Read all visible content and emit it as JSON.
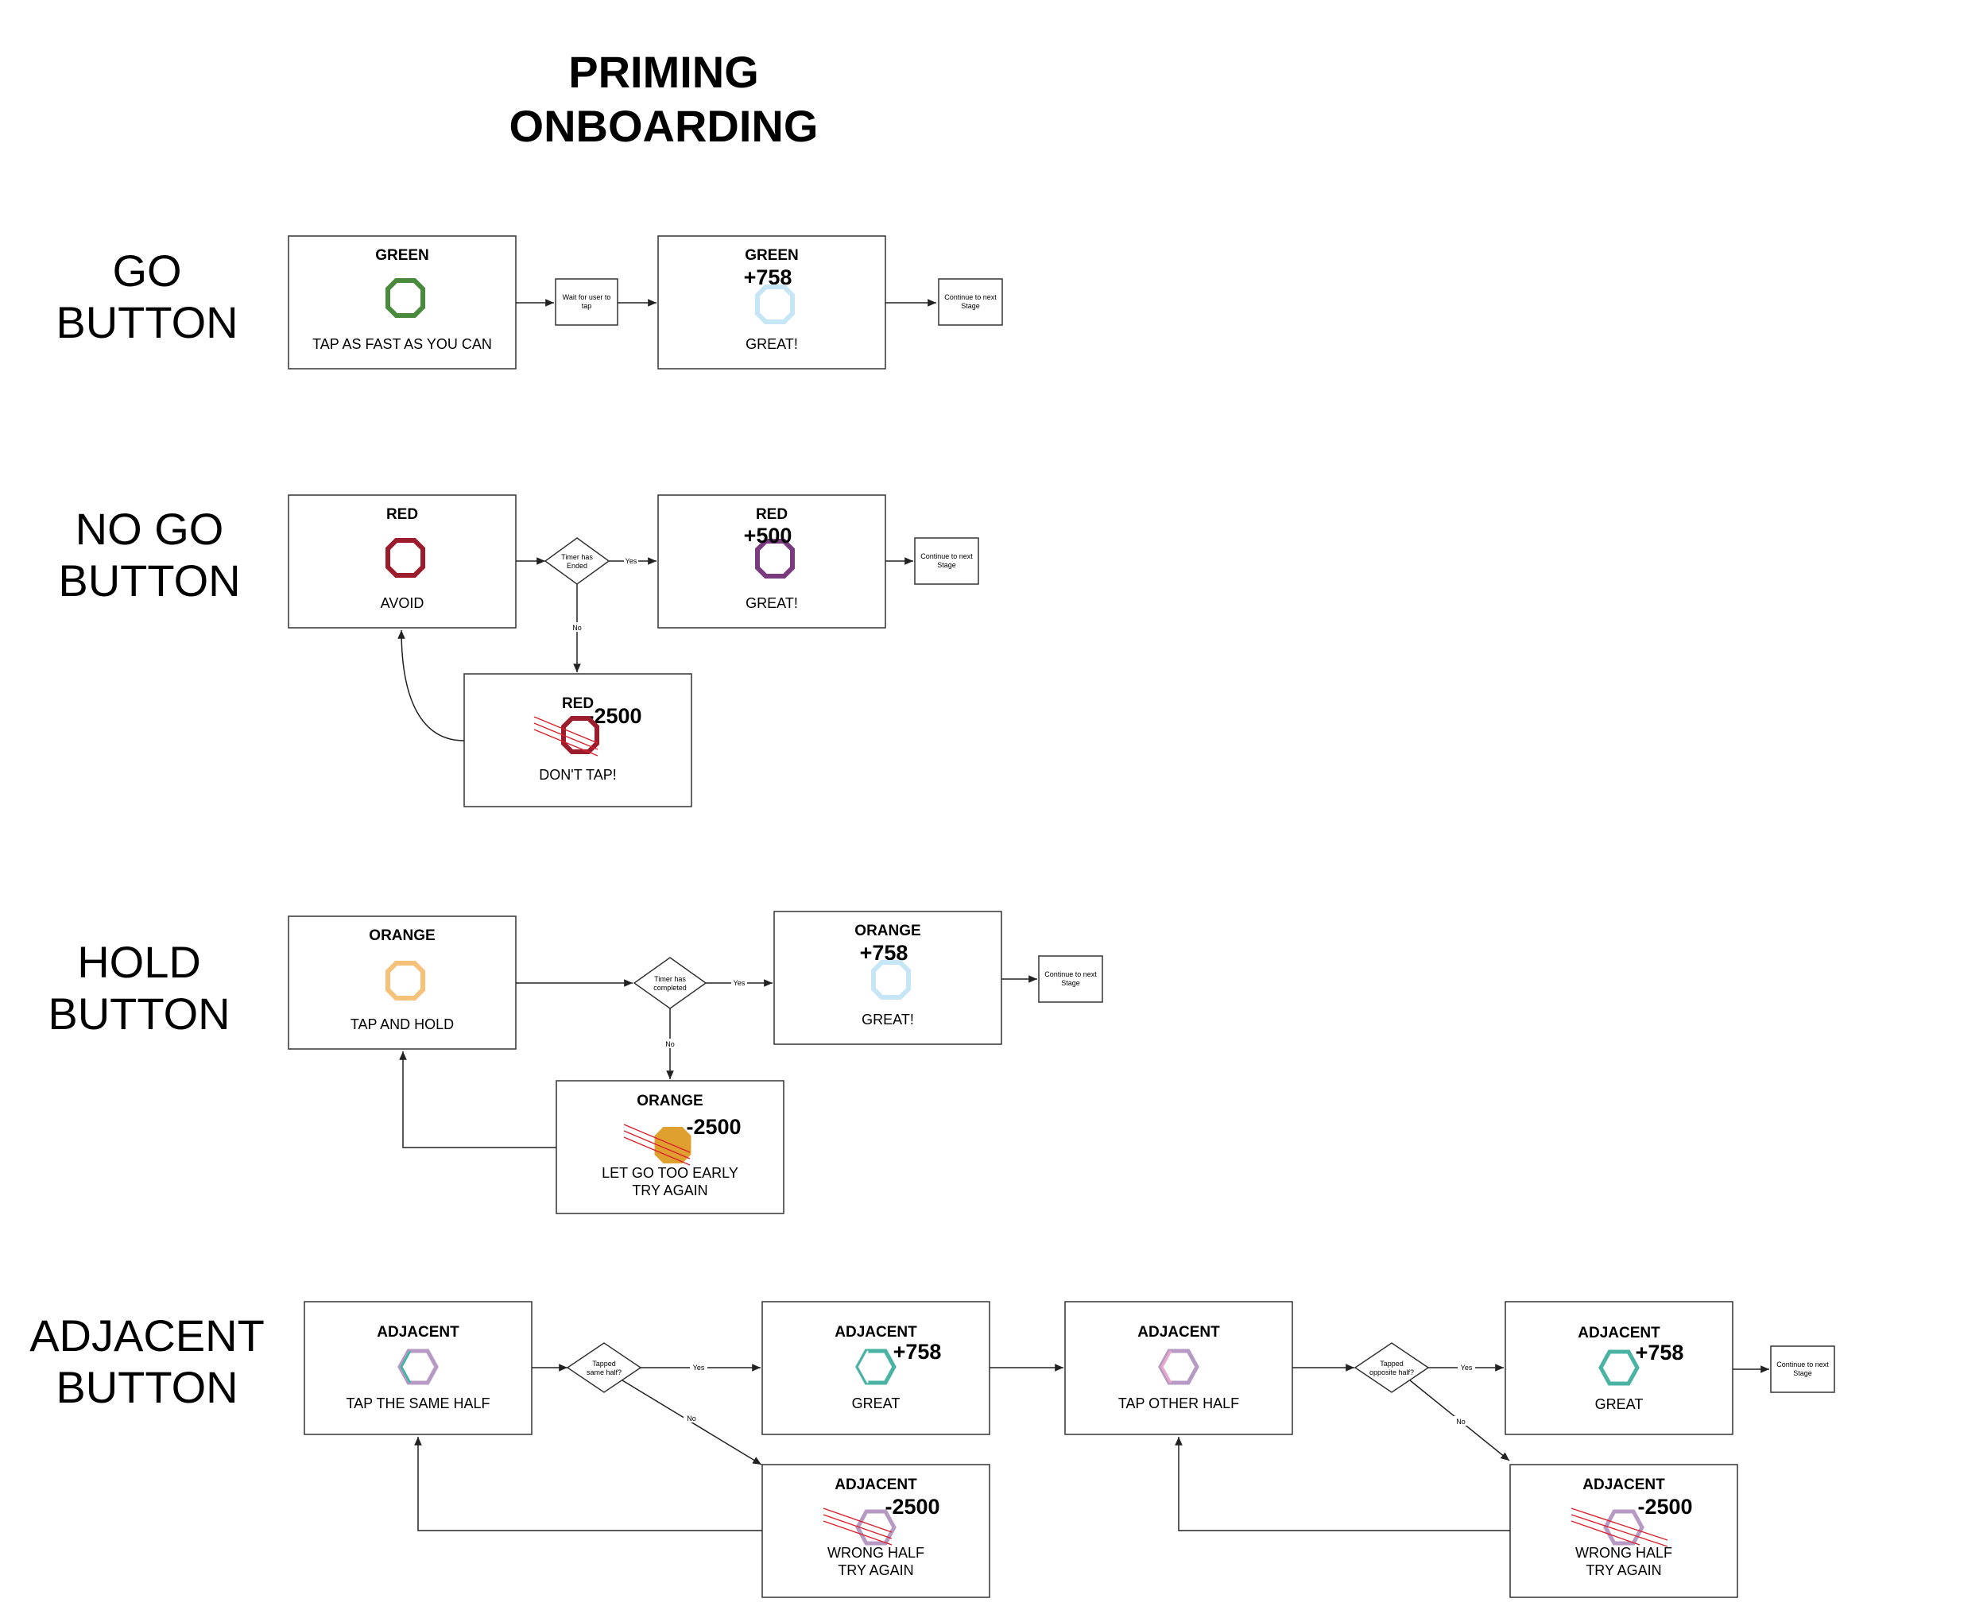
{
  "title": {
    "line1": "PRIMING",
    "line2": "ONBOARDING"
  },
  "colors": {
    "green": "#4a8a3c",
    "light_blue": "#c6e6f5",
    "red": "#9b1c2c",
    "purple": "#7a3b7e",
    "orange_light": "#f6c27a",
    "orange_fill": "#e0a030",
    "lavender": "#b79ac4",
    "teal": "#4bb3a4",
    "strike": "#d9202b"
  },
  "sections": {
    "go": {
      "line1": "GO",
      "line2": "BUTTON"
    },
    "nogo": {
      "line1": "NO GO",
      "line2": "BUTTON"
    },
    "hold": {
      "line1": "HOLD",
      "line2": "BUTTON"
    },
    "adjacent": {
      "line1": "ADJACENT",
      "line2": "BUTTON"
    }
  },
  "go": {
    "start": {
      "title": "GREEN",
      "caption": "TAP AS FAST AS YOU CAN",
      "icon": "green-octagon-icon"
    },
    "wait": {
      "line1": "Wait for user to",
      "line2": "tap"
    },
    "success": {
      "title": "GREEN",
      "score": "+758",
      "caption": "GREAT!",
      "icon": "light-blue-octagon-icon"
    },
    "next": {
      "line1": "Continue to next",
      "line2": "Stage"
    }
  },
  "nogo": {
    "start": {
      "title": "RED",
      "caption": "AVOID",
      "icon": "red-octagon-icon"
    },
    "decision": {
      "line1": "Timer has",
      "line2": "Ended"
    },
    "yes": "Yes",
    "no": "No",
    "success": {
      "title": "RED",
      "score": "+500",
      "caption": "GREAT!",
      "icon": "purple-octagon-icon"
    },
    "next": {
      "line1": "Continue to next",
      "line2": "Stage"
    },
    "fail": {
      "title": "RED",
      "score": "-2500",
      "caption": "DON'T TAP!",
      "icon": "crossed-red-octagon-icon"
    }
  },
  "hold": {
    "start": {
      "title": "ORANGE",
      "caption": "TAP AND HOLD",
      "icon": "orange-octagon-icon"
    },
    "decision": {
      "line1": "Timer has",
      "line2": "completed"
    },
    "yes": "Yes",
    "no": "No",
    "success": {
      "title": "ORANGE",
      "score": "+758",
      "caption": "GREAT!",
      "icon": "light-blue-octagon-icon"
    },
    "next": {
      "line1": "Continue to next",
      "line2": "Stage"
    },
    "fail": {
      "title": "ORANGE",
      "score": "-2500",
      "caption1": "LET GO TOO EARLY",
      "caption2": "TRY AGAIN",
      "icon": "crossed-filled-orange-octagon-icon"
    }
  },
  "adjacent": {
    "start": {
      "title": "ADJACENT",
      "caption": "TAP THE SAME HALF",
      "icon": "half-hexagon-icon"
    },
    "decision1": {
      "line1": "Tapped",
      "line2": "same half?"
    },
    "yes1": "Yes",
    "no1": "No",
    "success1": {
      "title": "ADJACENT",
      "score": "+758",
      "caption": "GREAT",
      "icon": "teal-half-hexagon-icon"
    },
    "fail1": {
      "title": "ADJACENT",
      "score": "-2500",
      "caption1": "WRONG HALF",
      "caption2": "TRY AGAIN",
      "icon": "crossed-hexagon-icon"
    },
    "other": {
      "title": "ADJACENT",
      "caption": "TAP OTHER HALF",
      "icon": "half-hexagon-icon"
    },
    "decision2": {
      "line1": "Tapped",
      "line2": "opposite half?"
    },
    "yes2": "Yes",
    "no2": "No",
    "success2": {
      "title": "ADJACENT",
      "score": "+758",
      "caption": "GREAT",
      "icon": "teal-hexagon-icon"
    },
    "fail2": {
      "title": "ADJACENT",
      "score": "-2500",
      "caption1": "WRONG HALF",
      "caption2": "TRY AGAIN",
      "icon": "crossed-hexagon-icon"
    },
    "next": {
      "line1": "Continue to next",
      "line2": "Stage"
    }
  }
}
